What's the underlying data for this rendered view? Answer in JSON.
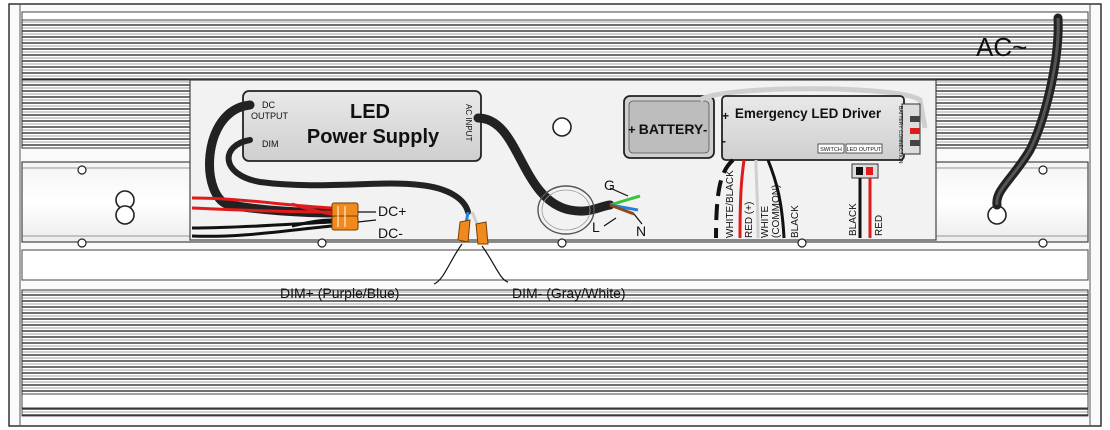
{
  "power_supply": {
    "title_line1": "LED",
    "title_line2": "Power Supply",
    "dc_output_line1": "DC",
    "dc_output_line2": "OUTPUT",
    "dim": "DIM",
    "ac_input": "AC INPUT"
  },
  "battery": {
    "label": "BATTERY",
    "plus": "+",
    "minus": "-"
  },
  "driver": {
    "title": "Emergency LED Driver",
    "switch": "SWITCH",
    "led_output": "LED OUTPUT",
    "battery_connection": "BATTERY CONNECTION"
  },
  "ac_label": "AC~",
  "labels": {
    "dc_plus": "DC+",
    "dc_minus": "DC-",
    "dim_plus": "DIM+ (Purple/Blue)",
    "dim_minus": "DIM- (Gray/White)",
    "g": "G",
    "l": "L",
    "n": "N"
  },
  "wire_labels": {
    "white_black": "WHITE/BLACK",
    "red_plus": "RED (+)",
    "white_common_line1": "WHITE",
    "white_common_line2": "(COMMON)",
    "black": "BLACK",
    "out_black": "BLACK",
    "out_red": "RED"
  },
  "colors": {
    "red": "#e01b1b",
    "black": "#111111",
    "orange": "#f08a1c",
    "green": "#3cc23c",
    "blue": "#2a7fd6",
    "brown": "#8a4b1e",
    "gray_box": "#d2d2d2"
  }
}
